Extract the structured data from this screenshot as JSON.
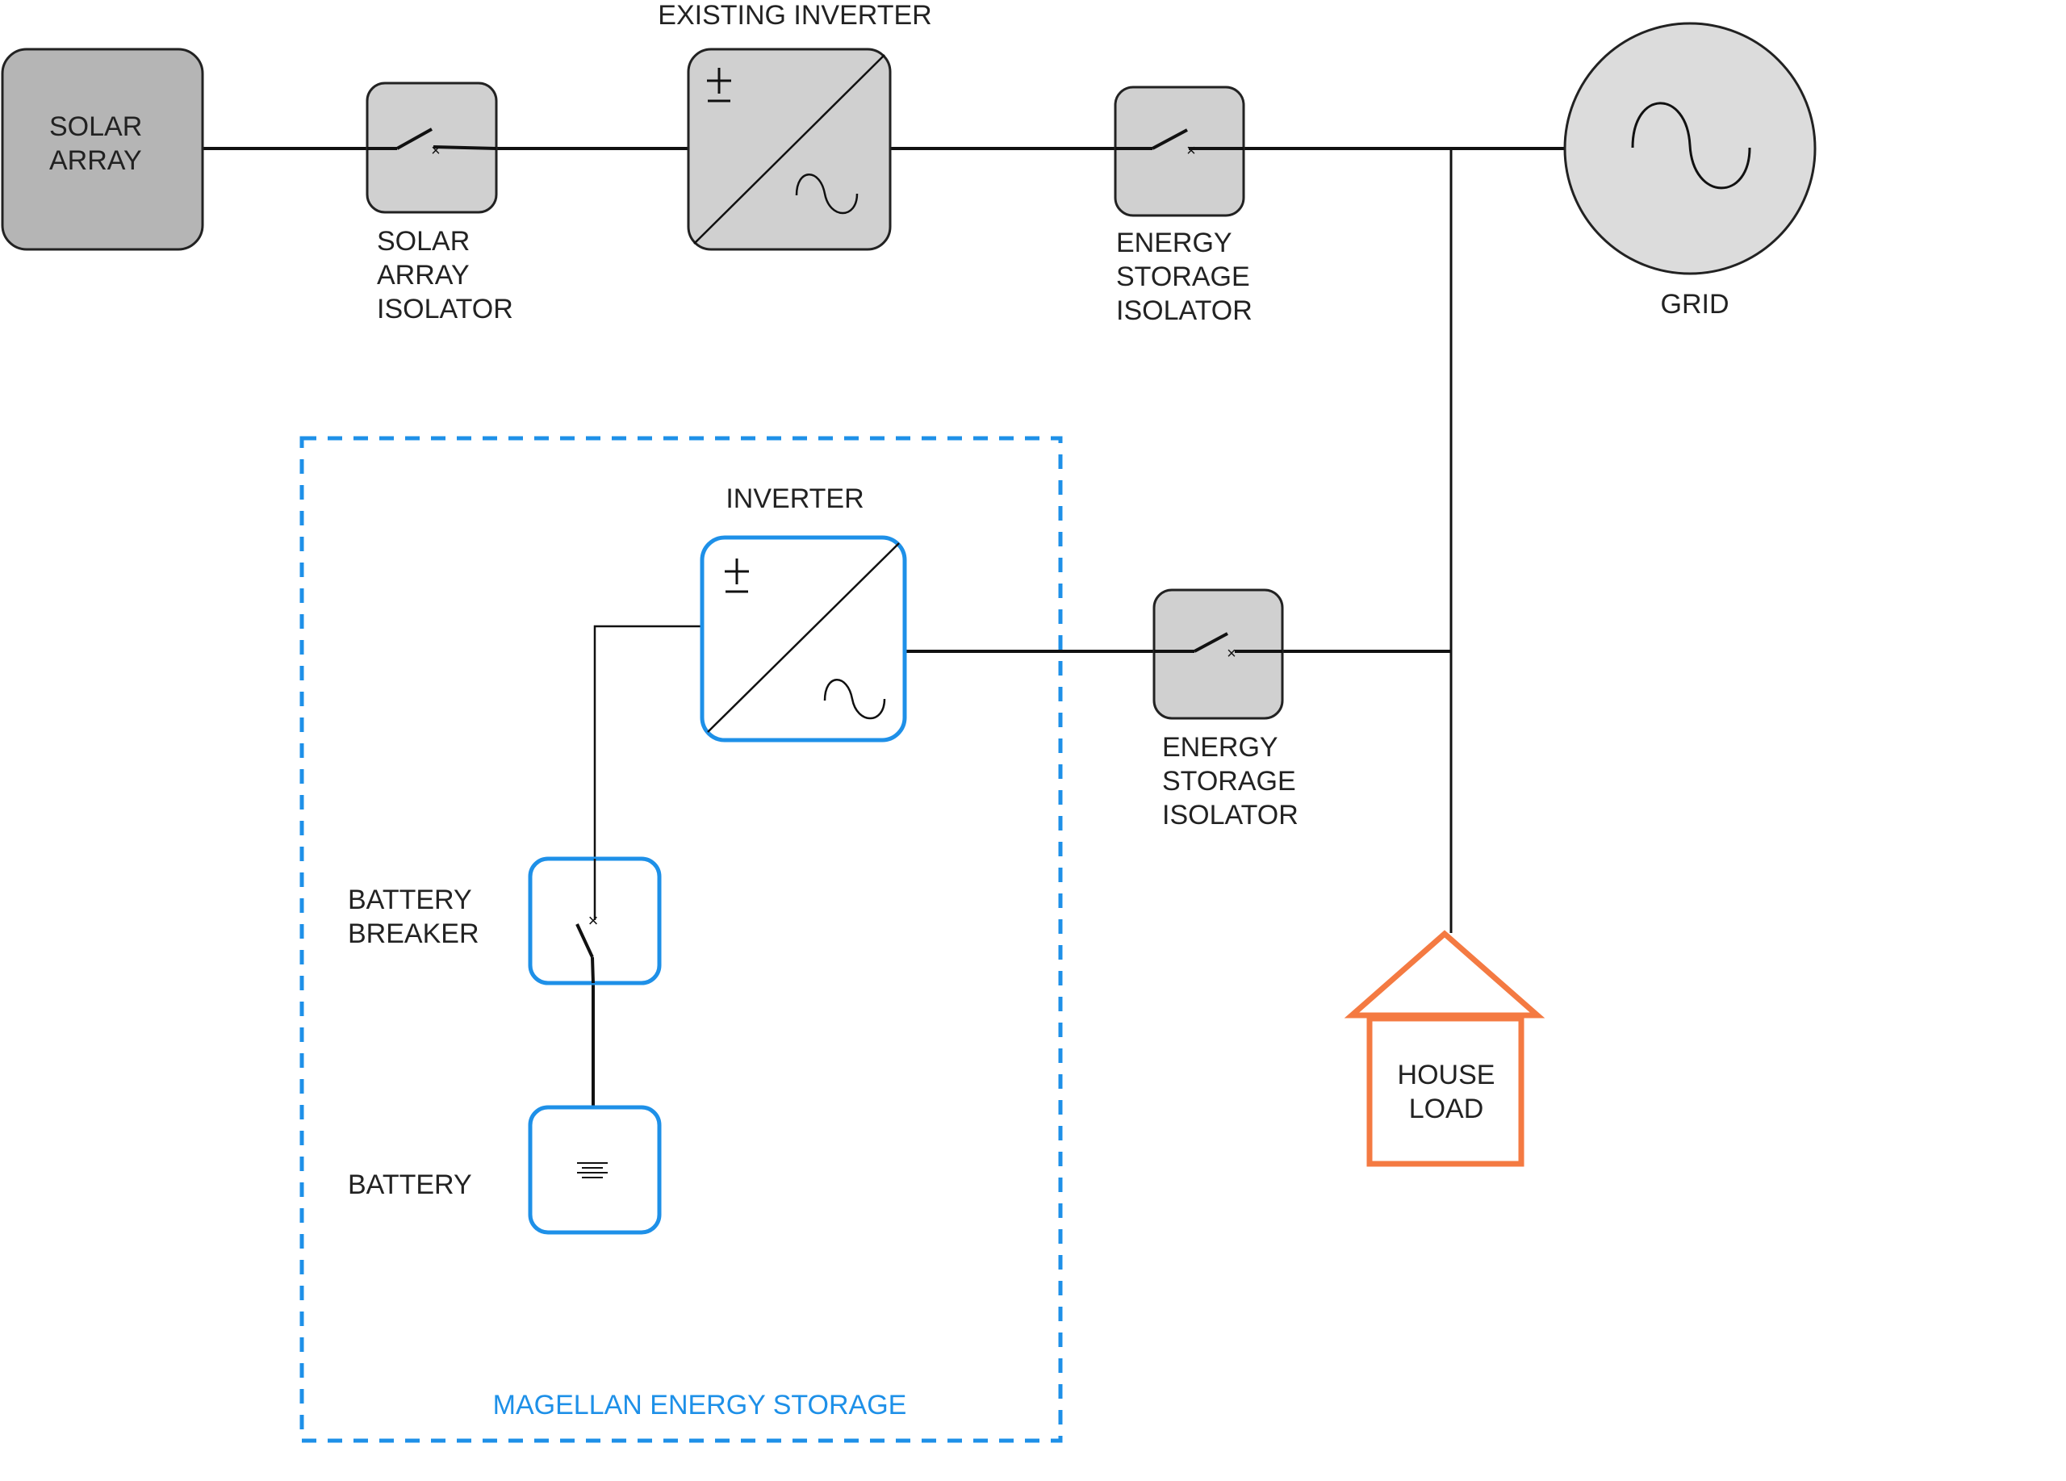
{
  "diagram": {
    "colors": {
      "line": "#111111",
      "component_fill": "#D0D0D0",
      "solar_fill": "#B5B5B5",
      "grid_fill": "#DCDCDC",
      "system_blue": "#1E90E8",
      "house_orange": "#F47A42"
    },
    "components": {
      "solar_array": {
        "lines": [
          "SOLAR",
          "ARRAY"
        ]
      },
      "solar_isolator": {
        "lines": [
          "SOLAR",
          "ARRAY",
          "ISOLATOR"
        ]
      },
      "existing_inverter": {
        "label": "EXISTING INVERTER"
      },
      "es_isolator_top": {
        "lines": [
          "ENERGY",
          "STORAGE",
          "ISOLATOR"
        ]
      },
      "grid": {
        "label": "GRID"
      },
      "inverter": {
        "label": "INVERTER"
      },
      "es_isolator_bottom": {
        "lines": [
          "ENERGY",
          "STORAGE",
          "ISOLATOR"
        ]
      },
      "battery_breaker": {
        "lines": [
          "BATTERY",
          "BREAKER"
        ]
      },
      "battery": {
        "label": "BATTERY"
      },
      "house_load": {
        "lines": [
          "HOUSE",
          "LOAD"
        ]
      },
      "system_boundary": {
        "label": "MAGELLAN ENERGY STORAGE"
      }
    },
    "symbols": {
      "dc": "±",
      "ac": "~"
    }
  }
}
